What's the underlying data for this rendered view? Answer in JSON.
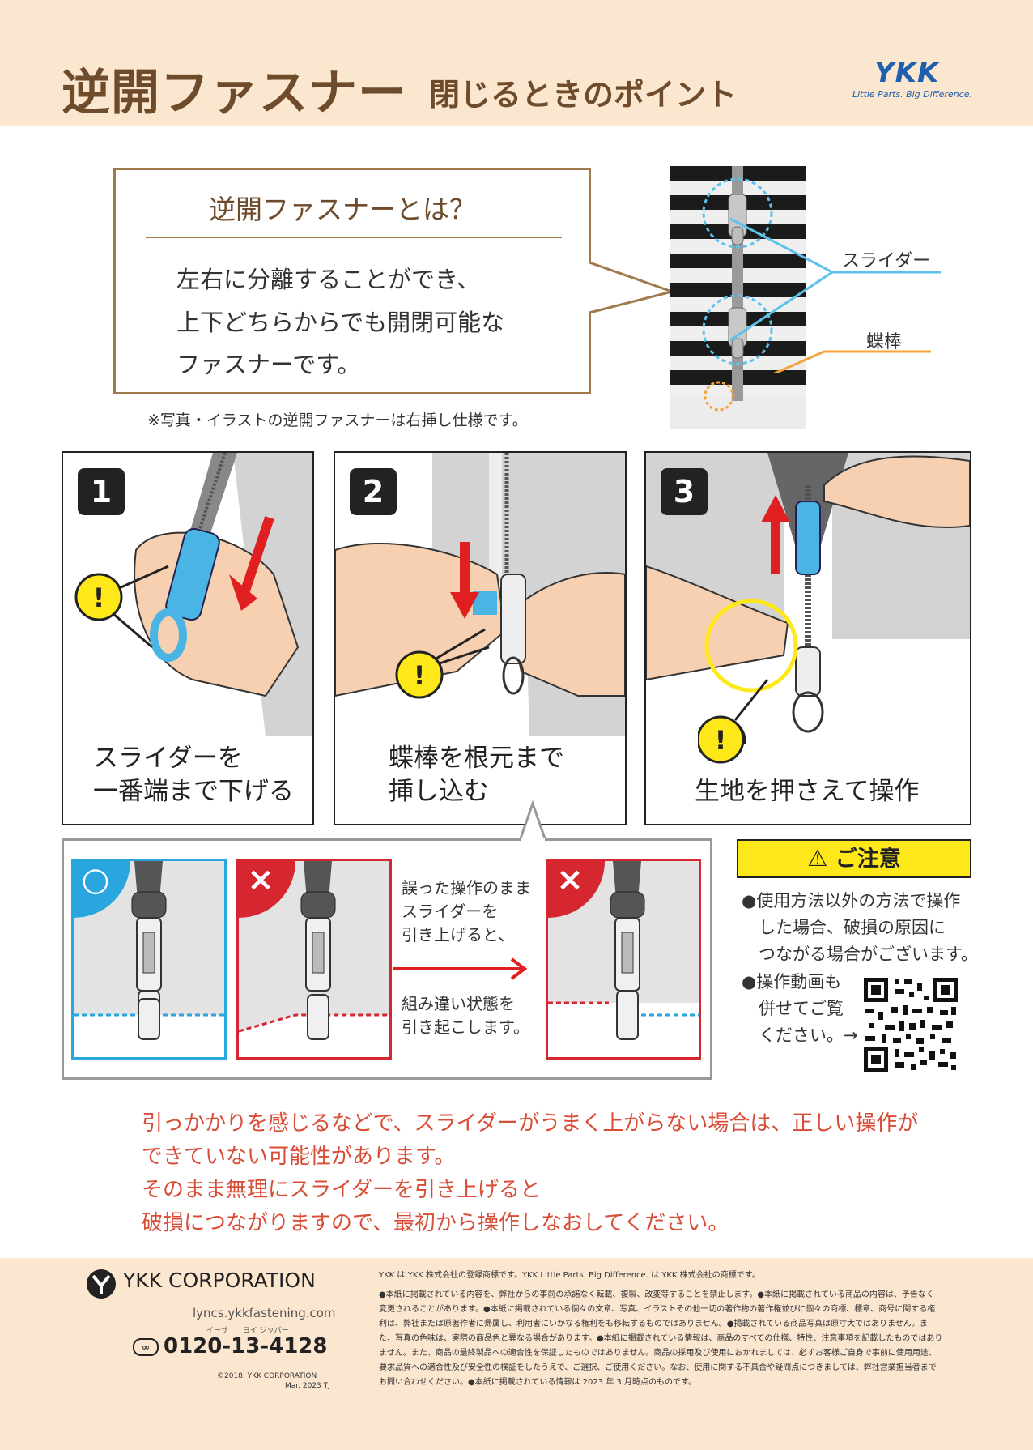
{
  "header": {
    "title": "逆開ファスナー",
    "subtitle": "閉じるときのポイント",
    "brand": "YKK",
    "tagline": "Little Parts. Big Difference."
  },
  "intro": {
    "heading": "逆開ファスナーとは？",
    "lines": [
      "左右に分離することができ、",
      "上下どちらからでも開閉可能な",
      "ファスナーです。"
    ],
    "note": "※写真・イラストの逆開ファスナーは右挿し仕様です。"
  },
  "photo": {
    "slider_label": "スライダー",
    "pin_label": "蝶棒"
  },
  "steps": [
    {
      "number": "1",
      "lines": [
        "スライダーを",
        "一番端まで下げる"
      ]
    },
    {
      "number": "2",
      "lines": [
        "蝶棒を根元まで",
        "挿し込む"
      ]
    },
    {
      "number": "3",
      "lines": [
        "生地を押さえて操作"
      ]
    }
  ],
  "compare": {
    "correct_mark": "○",
    "wrong_mark": "×",
    "middle_text": [
      "誤った操作のまま",
      "スライダーを",
      "引き上げると、"
    ],
    "result_text": [
      "組み違い状態を",
      "引き起こします。"
    ]
  },
  "caution": {
    "title": "ご注意",
    "items": [
      [
        "●使用方法以外の方法で操作",
        "した場合、破損の原因に",
        "つながる場合がございます。"
      ],
      [
        "●操作動画も",
        "併せてご覧",
        "ください。→"
      ]
    ]
  },
  "warning": [
    "引っかかりを感じるなどで、スライダーがうまく上がらない場合は、正しい操作が",
    "できていない可能性があります。",
    "そのまま無理にスライダーを引き上げると",
    "破損につながりますので、最初から操作しなおしてください。"
  ],
  "footer": {
    "corporation": "YKK CORPORATION",
    "url": "lyncs.ykkfastening.com",
    "phone": "0120-13-4128",
    "phone_ruby": "イーサ　　ヨイ ジッパー",
    "copyright": "©2018. YKK CORPORATION",
    "date": "Mar. 2023 TJ",
    "legal": [
      "YKK は YKK 株式会社の登録商標です。YKK Little Parts. Big Difference. は YKK 株式会社の商標です。",
      "●本紙に掲載されている内容を、弊社からの事前の承諾なく転載、複製、改変等することを禁止します。●本紙に掲載されている商品の内容は、予告なく",
      "変更されることがあります。●本紙に掲載されている個々の文章、写真、イラストその他一切の著作物の著作権並びに個々の商標、標章、商号に関する権",
      "利は、弊社または原著作者に帰属し、利用者にいかなる権利をも移転するものではありません。●掲載されている商品写真は原寸大ではありません。ま",
      "た、写真の色味は、実際の商品色と異なる場合があります。●本紙に掲載されている情報は、商品のすべての仕様、特性、注意事項を記載したものではあり",
      "ません。また、商品の最終製品への適合性を保証したものではありません。商品の採用及び使用におかれましては、必ずお客様ご自身で事前に使用用途、",
      "要求品質への適合性及び安全性の検証をしたうえで、ご選択、ご使用ください。なお、使用に関する不具合や疑問点につきましては、弊社営業担当者まで",
      "お問い合わせください。●本紙に掲載されている情報は 2023 年 3 月時点のものです。"
    ]
  },
  "colors": {
    "header_bg": "#fbe6d0",
    "title_brown": "#6e4b2a",
    "brand_blue": "#1e5fae",
    "slider_blue": "#4ab5e4",
    "arrow_red": "#e02020",
    "correct_blue": "#29a6dd",
    "wrong_red": "#d6262f",
    "caution_yellow": "#ffe81a",
    "warning_text": "#d94c36"
  }
}
